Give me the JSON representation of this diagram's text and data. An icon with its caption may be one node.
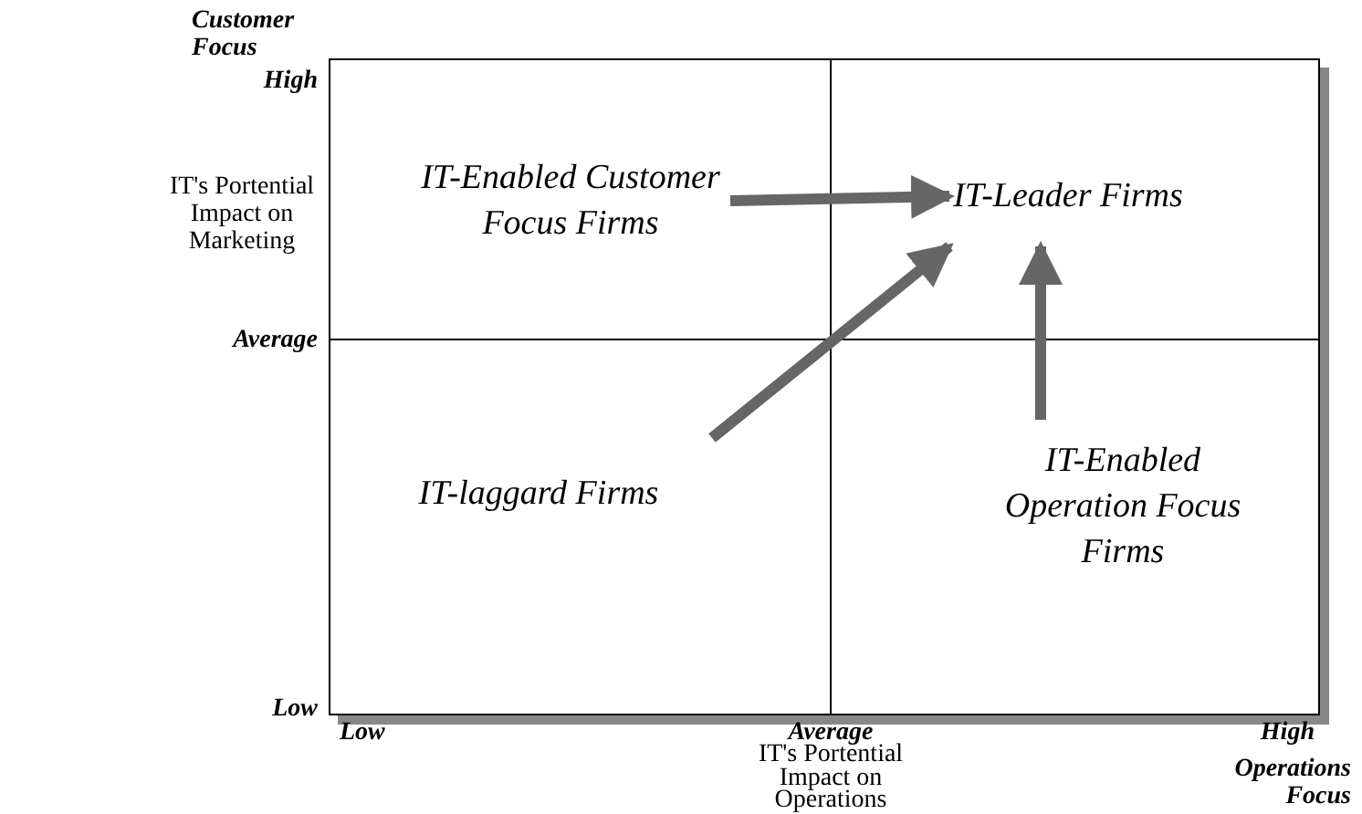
{
  "diagram": {
    "nodes": [
      {
        "text": [
          "IT-Enabled Customer Focus Firms"
        ]
      },
      {
        "text": [
          "IT-Leader Firms"
        ]
      },
      {
        "text": [
          "IT-laggard Firms"
        ]
      },
      {
        "text": [
          "IT-Enabled Operation Focus Firms"
        ]
      }
    ],
    "edges": [
      {
        "from": 0,
        "to": 1,
        "arrow": "to"
      },
      {
        "from": 2,
        "to": 1,
        "arrow": "to"
      },
      {
        "from": 3,
        "to": 1,
        "arrow": "to"
      }
    ],
    "labels": [
      "Customer Focus",
      "High",
      "IT's Portential Impact on Marketing",
      "Average",
      "Low",
      "Low",
      "Average",
      "High",
      "IT's Portential Impact on Operations",
      "Operations Focus"
    ]
  }
}
